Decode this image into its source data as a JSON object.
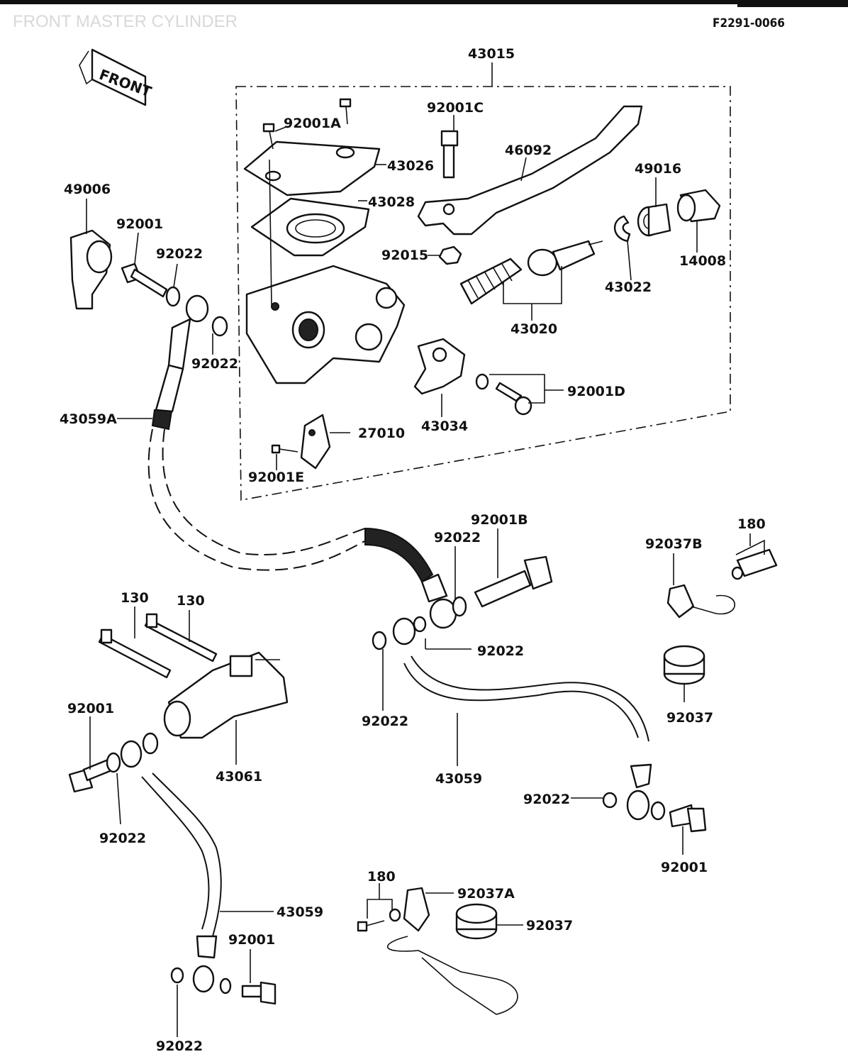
{
  "header": {
    "title": "FRONT MASTER CYLINDER",
    "code": "F2291-0066"
  },
  "front_tag": "FRONT",
  "labels": {
    "p43015": "43015",
    "p92001C": "92001C",
    "p92001A": "92001A",
    "p43026": "43026",
    "p43028": "43028",
    "p46092": "46092",
    "p49016": "49016",
    "p14008": "14008",
    "p43022": "43022",
    "p92015": "92015",
    "p43020": "43020",
    "p92001D": "92001D",
    "p43034": "43034",
    "p27010": "27010",
    "p92001E": "92001E",
    "p49006": "49006",
    "p92001_top": "92001",
    "p92022_top": "92022",
    "p92022_mid": "92022",
    "p43059A": "43059A",
    "p92001B": "92001B",
    "p92022_b1": "92022",
    "p92022_b2": "92022",
    "p92022_b3": "92022",
    "p180_top": "180",
    "p92037B": "92037B",
    "p92037_r": "92037",
    "p130_a": "130",
    "p130_b": "130",
    "p43061": "43061",
    "p43059_mid": "43059",
    "p92001_left": "92001",
    "p92022_left": "92022",
    "p92022_r2": "92022",
    "p92001_r2": "92001",
    "p43059_low": "43059",
    "p92001_low": "92001",
    "p92022_bottom": "92022",
    "p180_low": "180",
    "p92037A": "92037A",
    "p92037_low": "92037"
  }
}
